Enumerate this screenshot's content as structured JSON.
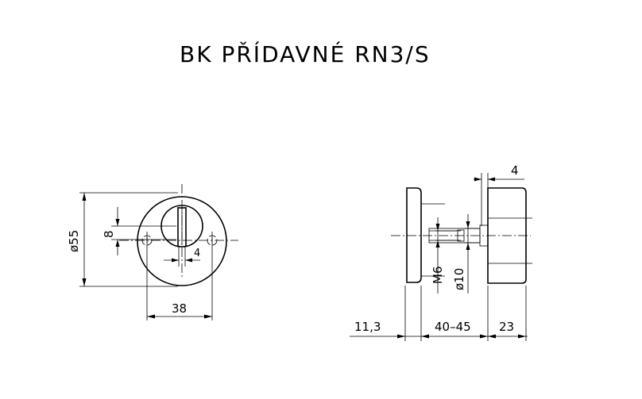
{
  "title": "BK PŘÍDAVNÉ RN3/S",
  "front_view": {
    "diameter_label": "ø55",
    "slot_height_label": "8",
    "slot_width_label": "4",
    "hole_spacing_label": "38"
  },
  "side_view": {
    "plate_thickness_label": "4",
    "thread_label": "M6",
    "pin_diameter_label": "ø10",
    "offset_label": "11,3",
    "door_range_label": "40–45",
    "rose_depth_label": "23"
  }
}
